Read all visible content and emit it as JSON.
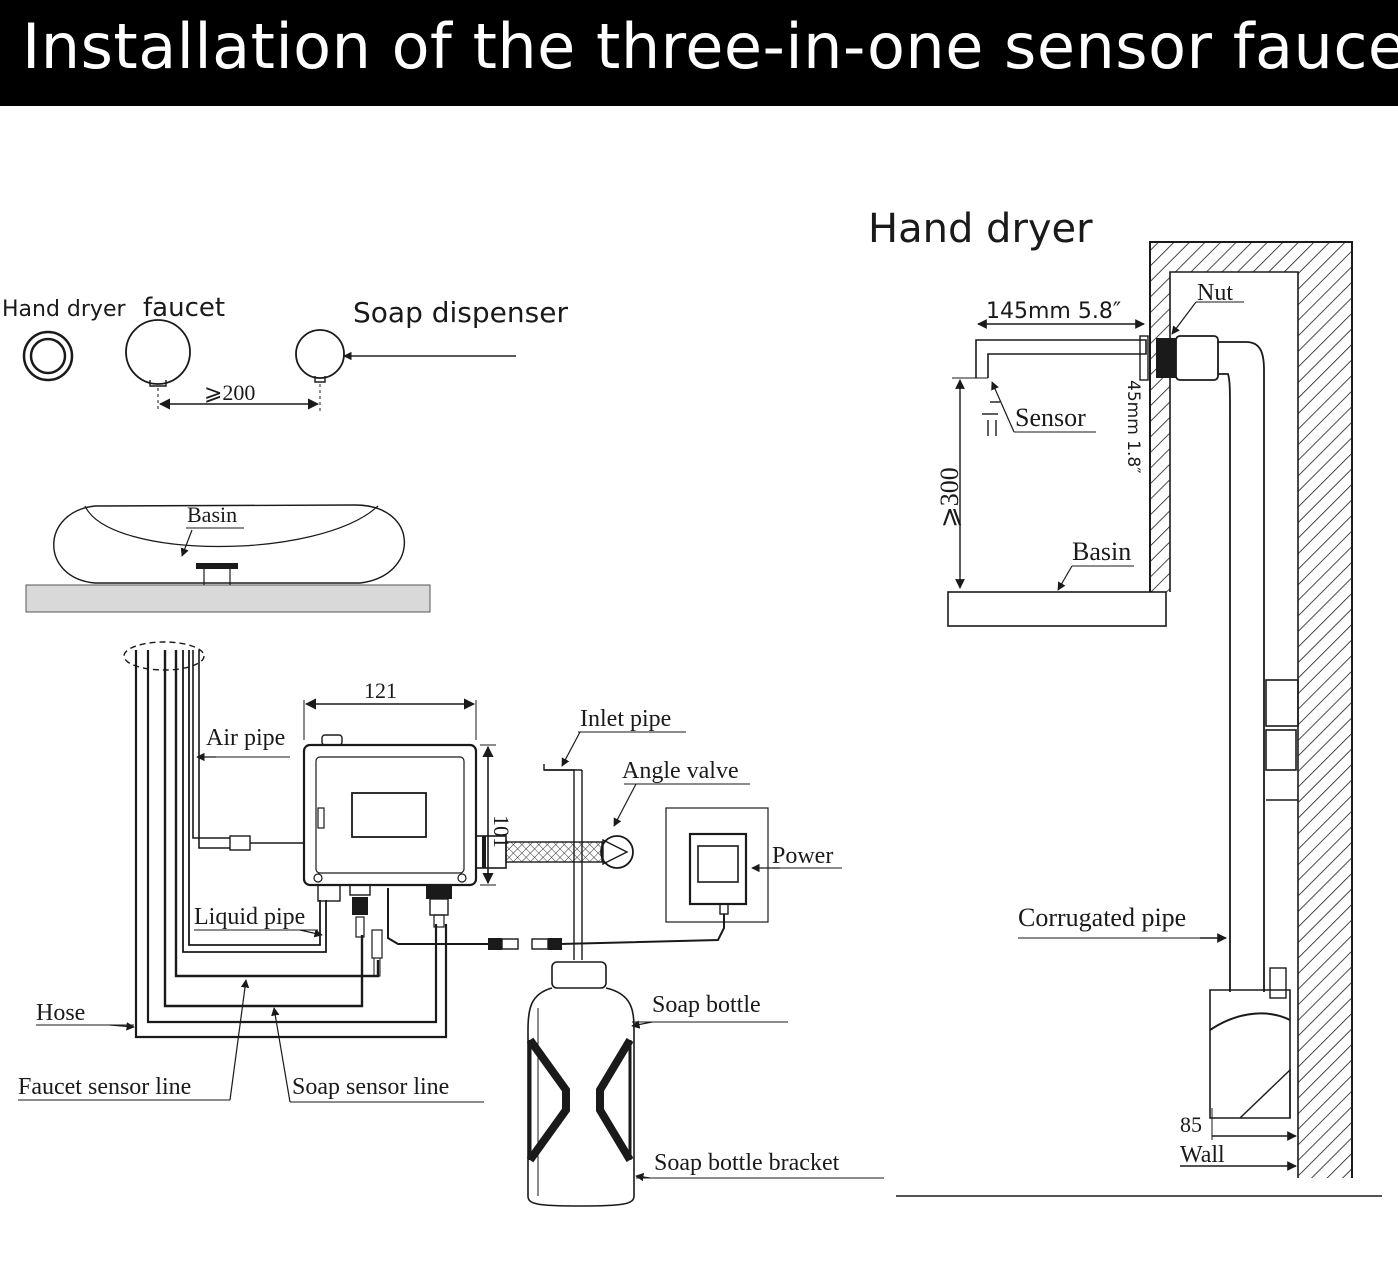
{
  "title": "Installation of the three-in-one sensor faucet",
  "colors": {
    "ink": "#1a1a1a",
    "banner": "#000000",
    "counter": "#d9d9d9",
    "paper": "#ffffff"
  },
  "top_view": {
    "hand_dryer": "Hand dryer",
    "faucet": "faucet",
    "soap_dispenser": "Soap dispenser",
    "spacing": "⩾200"
  },
  "basin_view": {
    "basin": "Basin"
  },
  "control_box": {
    "width": "121",
    "height": "101",
    "air_pipe": "Air pipe",
    "liquid_pipe": "Liquid pipe",
    "hose": "Hose",
    "faucet_sensor_line": "Faucet sensor line",
    "soap_sensor_line": "Soap sensor line",
    "inlet_pipe": "Inlet pipe",
    "angle_valve": "Angle valve",
    "power": "Power",
    "soap_bottle": "Soap bottle",
    "soap_bottle_bracket": "Soap bottle bracket"
  },
  "side_view": {
    "heading": "Hand dryer",
    "spout_length": "145mm 5.8″",
    "nut": "Nut",
    "sensor": "Sensor",
    "wall_offset": "45mm 1.8″",
    "basin_height": "⩾300",
    "basin": "Basin",
    "corrugated_pipe": "Corrugated pipe",
    "bracket_depth": "85",
    "wall": "Wall"
  }
}
